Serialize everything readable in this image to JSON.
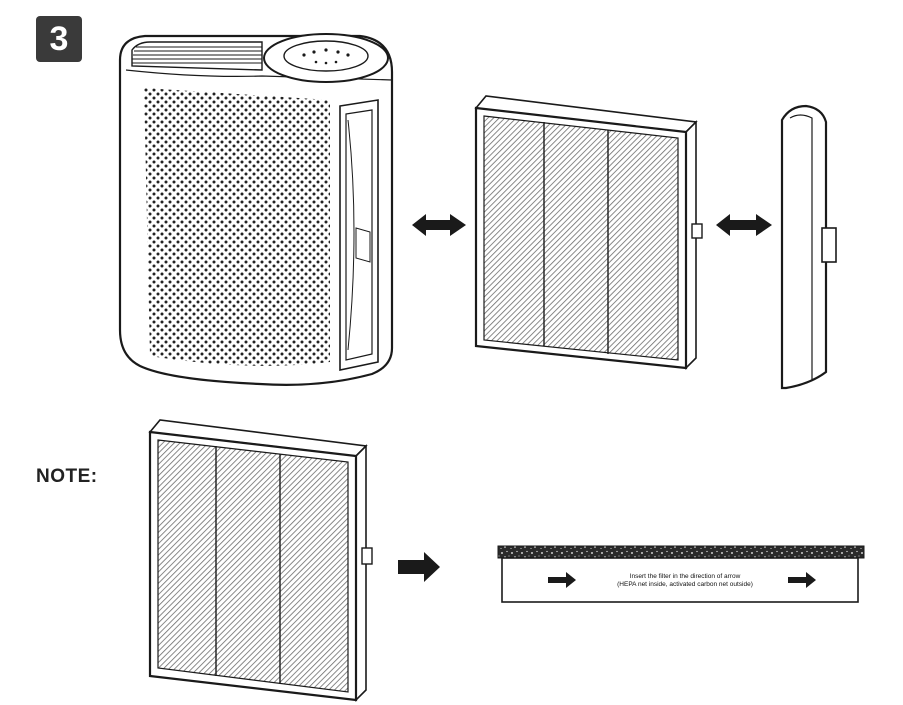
{
  "step_number": "3",
  "note_label": "NOTE:",
  "instruction": {
    "line1": "Insert the filter in the direction of arrow",
    "line2": "(HEPA net inside, activated carbon net outside)"
  },
  "colors": {
    "ink": "#1a1a1a",
    "badge": "#3a3a3a",
    "hatch": "#6b6b6b"
  },
  "icons": {
    "double_arrow": "double-arrow-icon",
    "right_arrow": "right-arrow-icon"
  }
}
